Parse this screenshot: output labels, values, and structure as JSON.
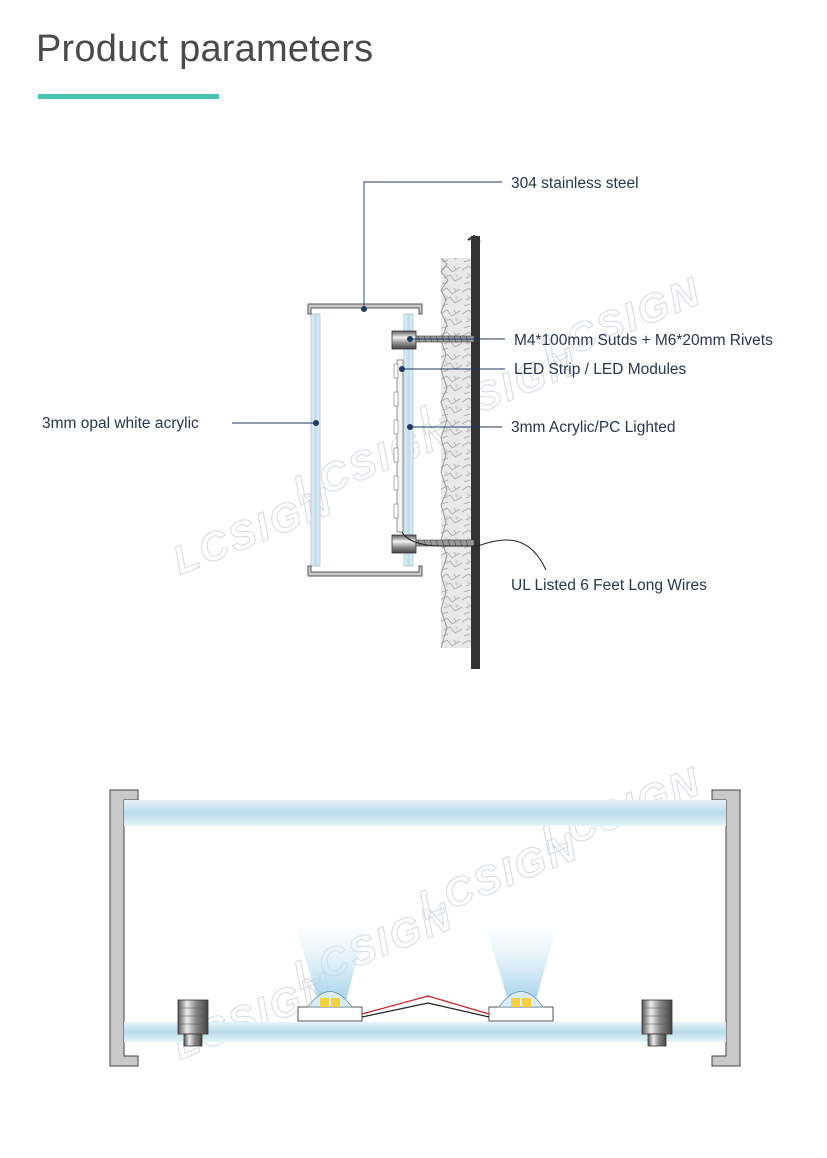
{
  "header": {
    "title": "Product parameters",
    "accent_color": "#49c2b4"
  },
  "side_view": {
    "labels": {
      "stainless": "304 stainless steel",
      "studs": "M4*100mm Sutds + M6*20mm Rivets",
      "led": "LED Strip / LED Modules",
      "acrylic_pc": "3mm Acrylic/PC Lighted",
      "opal": "3mm  opal white acrylic",
      "wires": "UL Listed 6 Feet Long Wires"
    }
  },
  "watermark": "LCSIGN",
  "colors": {
    "label_text": "#2a3550",
    "leader_line": "#1f3a5f",
    "acrylic_blue": "#cfe6f2",
    "steel_gray": "#c9c9c9",
    "wall": "#333333",
    "wire_red": "#d42020"
  }
}
